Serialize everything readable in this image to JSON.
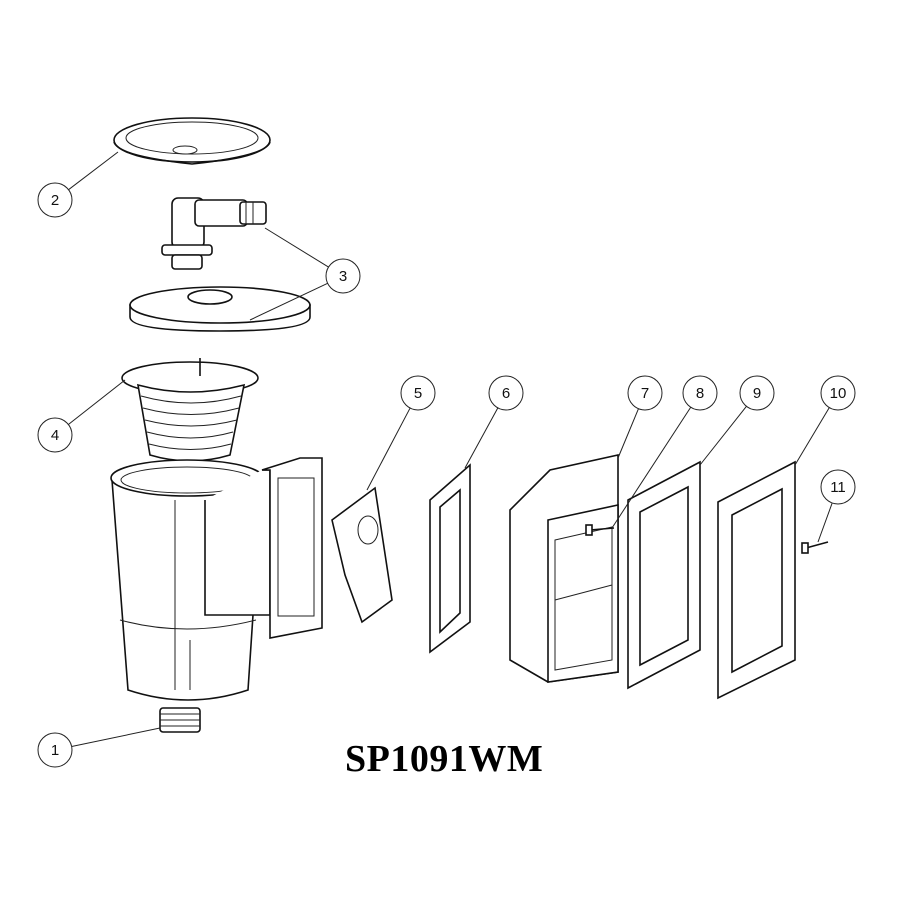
{
  "title": "SP1091WM",
  "callouts": [
    {
      "number": "1"
    },
    {
      "number": "2"
    },
    {
      "number": "3"
    },
    {
      "number": "4"
    },
    {
      "number": "5"
    },
    {
      "number": "6"
    },
    {
      "number": "7"
    },
    {
      "number": "8"
    },
    {
      "number": "9"
    },
    {
      "number": "10"
    },
    {
      "number": "11"
    }
  ]
}
